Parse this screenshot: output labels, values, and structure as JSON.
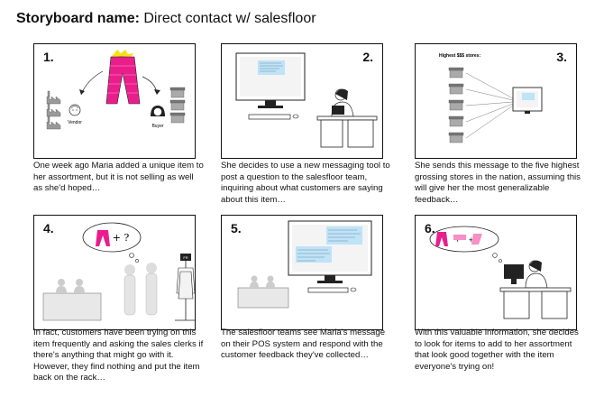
{
  "storyboard": {
    "label": "Storyboard name:",
    "name": "Direct contact w/ salesfloor"
  },
  "panels": [
    {
      "number": "1.",
      "caption": "One week ago Maria added a unique item to her assortment, but it is not selling as well as she'd hoped…",
      "labels": {
        "vendor": "Vendor",
        "buyer": "Buyer",
        "badge": "NEW"
      }
    },
    {
      "number": "2.",
      "caption": "She decides to use a new messaging tool to post a question to the salesfloor team, inquiring about what customers are saying about this item…"
    },
    {
      "number": "3.",
      "caption": "She sends this message to the five highest grossing stores in the nation, assuming this will give her the most generalizable feedback…",
      "labels": {
        "stores_heading": "Highest $$$ stores:"
      }
    },
    {
      "number": "4.",
      "caption": "In fact, customers have been trying on this item frequently and asking the sales clerks if there's anything that might go with it. However, they find nothing and put the item back on the rack…",
      "labels": {
        "thought": "+ ?",
        "fitting": "FR"
      }
    },
    {
      "number": "5.",
      "caption": "The salesfloor teams see Maria's message on their POS system and respond with the customer feedback they've collected…"
    },
    {
      "number": "6.",
      "caption": "With this valuable information, she decides to look for items to add to her assortment that look good together with the item everyone's trying on!",
      "labels": {
        "thought": "+    +"
      }
    }
  ],
  "colors": {
    "accent_pink": "#e91e8c",
    "badge_yellow": "#f7e11b",
    "chat_blue": "#bfe3f7"
  }
}
